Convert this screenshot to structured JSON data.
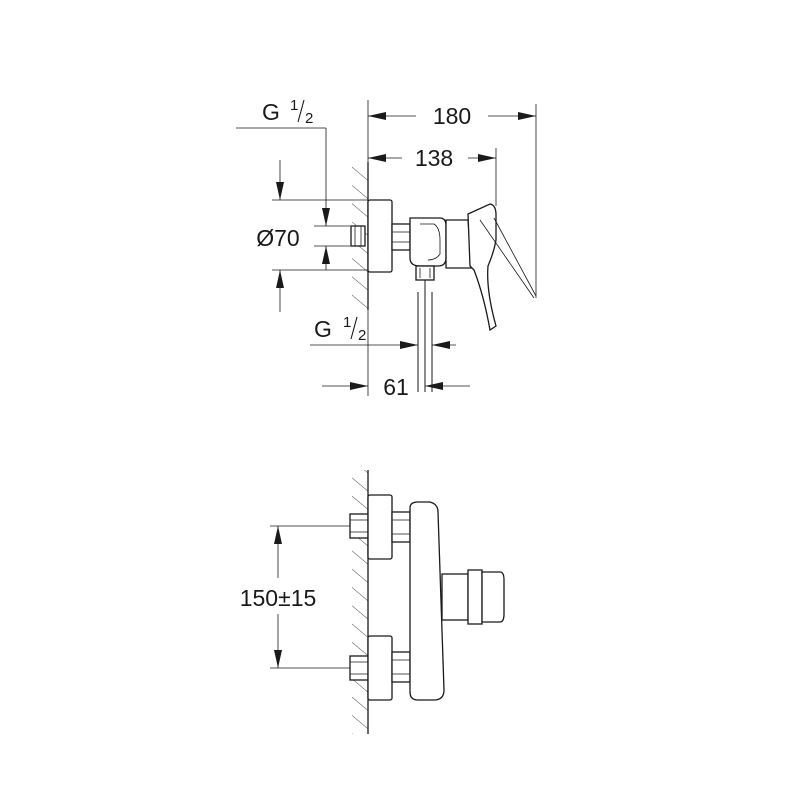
{
  "dimensions": {
    "total_length": "180",
    "body_length": "138",
    "diameter": "Ø70",
    "spacing": "61",
    "centers": "150±15"
  },
  "thread_top": {
    "main": "G",
    "num": "1",
    "den": "2"
  },
  "thread_bottom": {
    "main": "G",
    "num": "1",
    "den": "2"
  }
}
